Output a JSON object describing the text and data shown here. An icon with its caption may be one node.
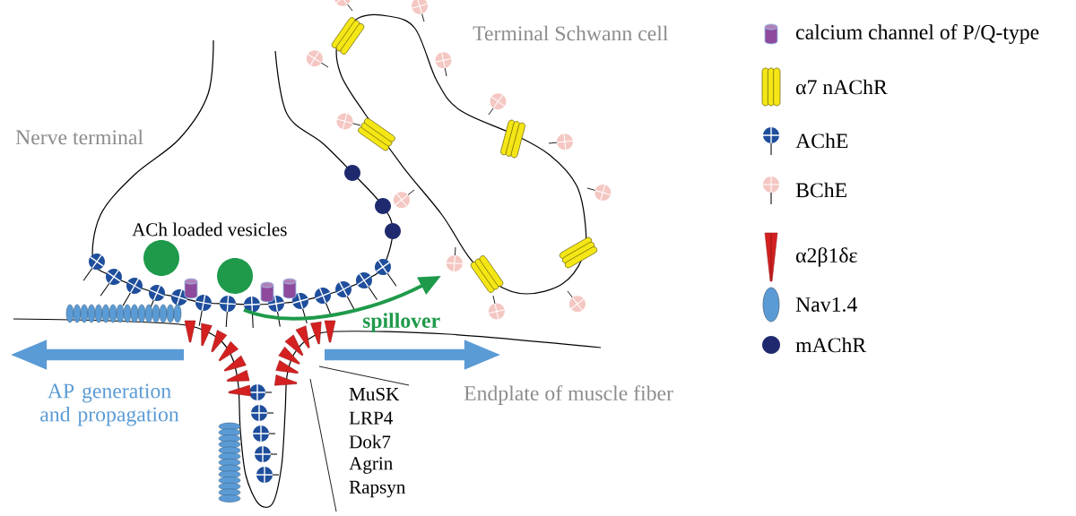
{
  "diagram": {
    "labels": [
      "Terminal Schwann cell",
      "Nerve terminal",
      "ACh loaded vesicles",
      "spillover",
      "AP generation and propagation",
      "Endplate of muscle fiber",
      "MuSK",
      "LRP4",
      "Dok7",
      "Agrin",
      "Rapsyn"
    ],
    "legend": [
      {
        "text": "calcium channel of P/Q-type"
      },
      {
        "text": "α7 nAChR"
      },
      {
        "text": "AChE"
      },
      {
        "text": "BChE"
      },
      {
        "text": "α2β1δε"
      },
      {
        "text": "Nav1.4"
      },
      {
        "text": "mAChR"
      }
    ]
  }
}
